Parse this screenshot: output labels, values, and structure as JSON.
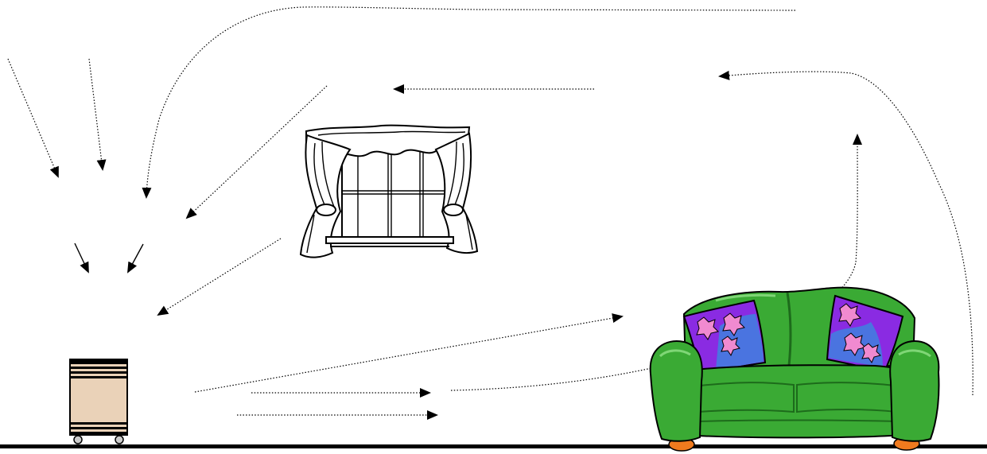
{
  "scene": {
    "objects": [
      "heater-on-wheels",
      "window-with-curtains",
      "sofa-with-cushions",
      "floor-line"
    ],
    "colors": {
      "heater_body": "#ead2b8",
      "sofa_green": "#3aaa34",
      "sofa_dark": "#1d6b1b",
      "cushion_purple": "#8a2be2",
      "cushion_blue": "#4a74e0",
      "flower_pink": "#f08ad0",
      "sofa_feet": "#f07a1e",
      "arrow": "#000000"
    },
    "arrow_style": "dotted lines with filled arrowheads (air circulation)"
  }
}
